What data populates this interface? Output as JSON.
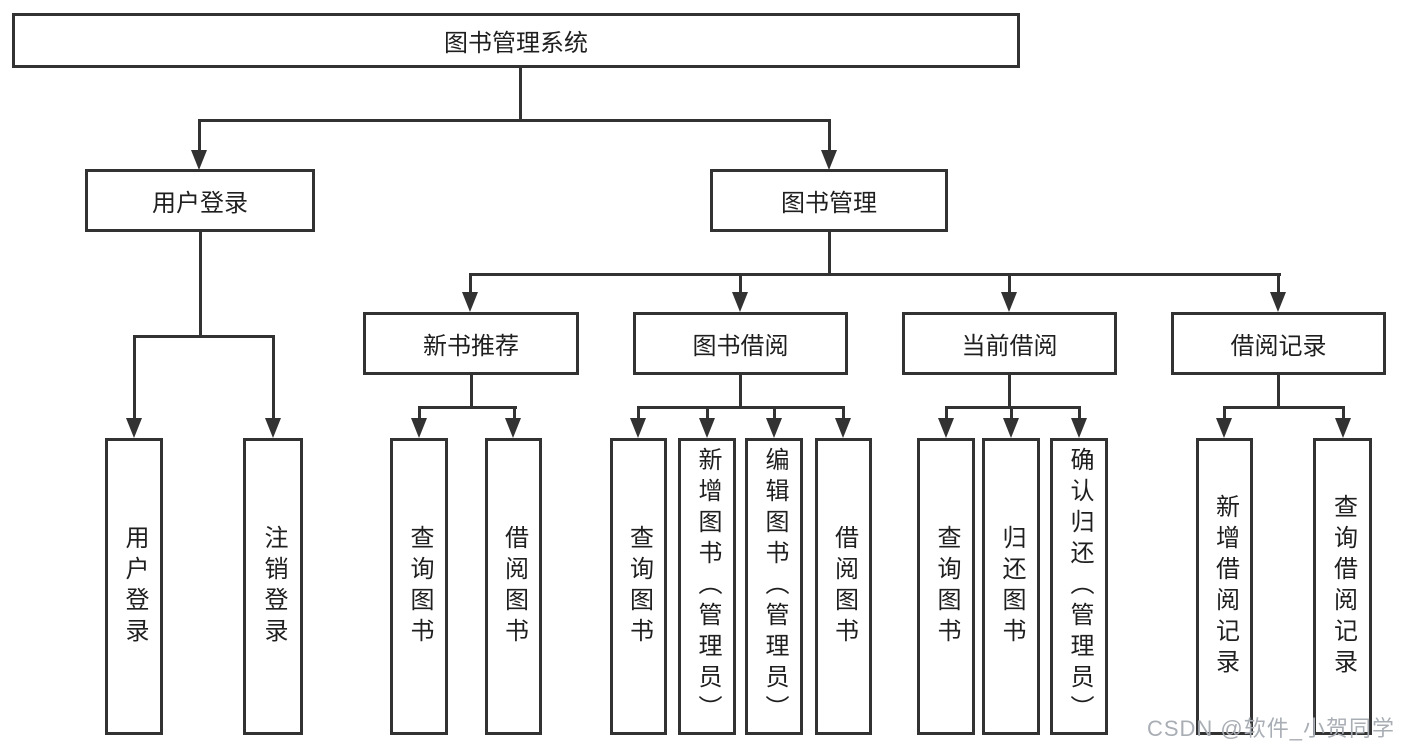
{
  "nodes": {
    "root": {
      "label": "图书管理系统"
    },
    "branches": [
      {
        "label": "用户登录"
      },
      {
        "label": "图书管理"
      }
    ],
    "modules": [
      {
        "label": "新书推荐"
      },
      {
        "label": "图书借阅"
      },
      {
        "label": "当前借阅"
      },
      {
        "label": "借阅记录"
      }
    ],
    "leaves": [
      {
        "label": "用户登录"
      },
      {
        "label": "注销登录"
      },
      {
        "label": "查询图书"
      },
      {
        "label": "借阅图书"
      },
      {
        "label": "查询图书"
      },
      {
        "label": "新增图书（管理员）"
      },
      {
        "label": "编辑图书（管理员）"
      },
      {
        "label": "借阅图书"
      },
      {
        "label": "查询图书"
      },
      {
        "label": "归还图书"
      },
      {
        "label": "确认归还（管理员）"
      },
      {
        "label": "新增借阅记录"
      },
      {
        "label": "查询借阅记录"
      }
    ]
  },
  "watermark": {
    "text": "CSDN @软件_小贺同学"
  },
  "colors": {
    "line": "#323232",
    "border": "#323232",
    "text": "#1f1f1f",
    "watermark": "#a9aeb5",
    "background": "#ffffff"
  }
}
